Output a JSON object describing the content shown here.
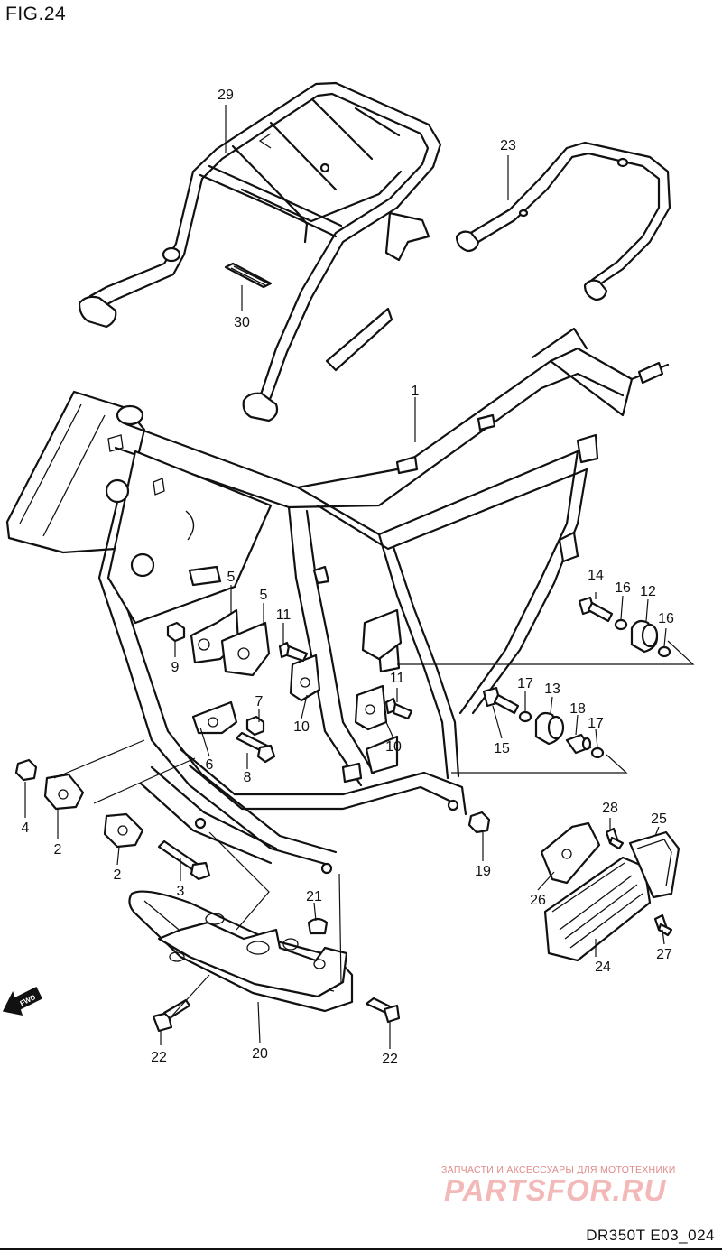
{
  "figure": {
    "title": "FIG.24",
    "code": "DR350T  E03_024"
  },
  "watermark": {
    "tagline": "ЗАПЧАСТИ И АКСЕССУАРЫ ДЛЯ МОТОТЕХНИКИ",
    "logo": "PARTSFOR.RU"
  },
  "direction_badge": {
    "label": "FWD",
    "icon": "arrow-left-icon"
  },
  "callouts": [
    "29",
    "23",
    "30",
    "1",
    "5",
    "5",
    "11",
    "14",
    "16",
    "12",
    "16",
    "9",
    "11",
    "17",
    "13",
    "18",
    "17",
    "7",
    "10",
    "6",
    "15",
    "10",
    "8",
    "4",
    "2",
    "28",
    "25",
    "2",
    "19",
    "3",
    "26",
    "21",
    "27",
    "24",
    "22",
    "20",
    "22"
  ]
}
